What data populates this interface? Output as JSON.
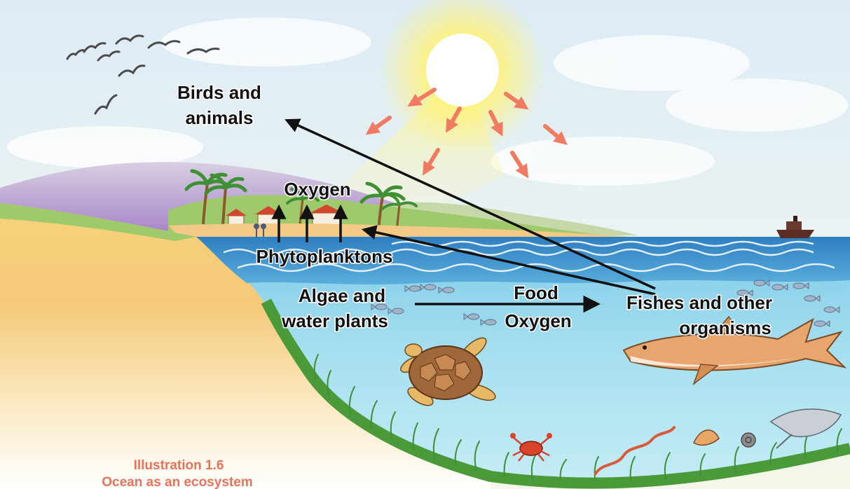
{
  "labels": {
    "birds_line1": "Birds and",
    "birds_line2": "animals",
    "oxygen_top": "Oxygen",
    "phytoplanktons": "Phytoplanktons",
    "algae_line1": "Algae and",
    "algae_line2": "water plants",
    "food": "Food",
    "oxygen_mid": "Oxygen",
    "fishes_line1": "Fishes and other",
    "fishes_line2": "organisms"
  },
  "caption": {
    "number": "Illustration 1.6",
    "title": "Ocean as an ecosystem"
  },
  "colors": {
    "caption": "#e8735a",
    "flow_arrow": "#111111",
    "sun_arrow": "#f07a62",
    "sea": "#3a8cc8",
    "underwater": "#9fdcee"
  }
}
